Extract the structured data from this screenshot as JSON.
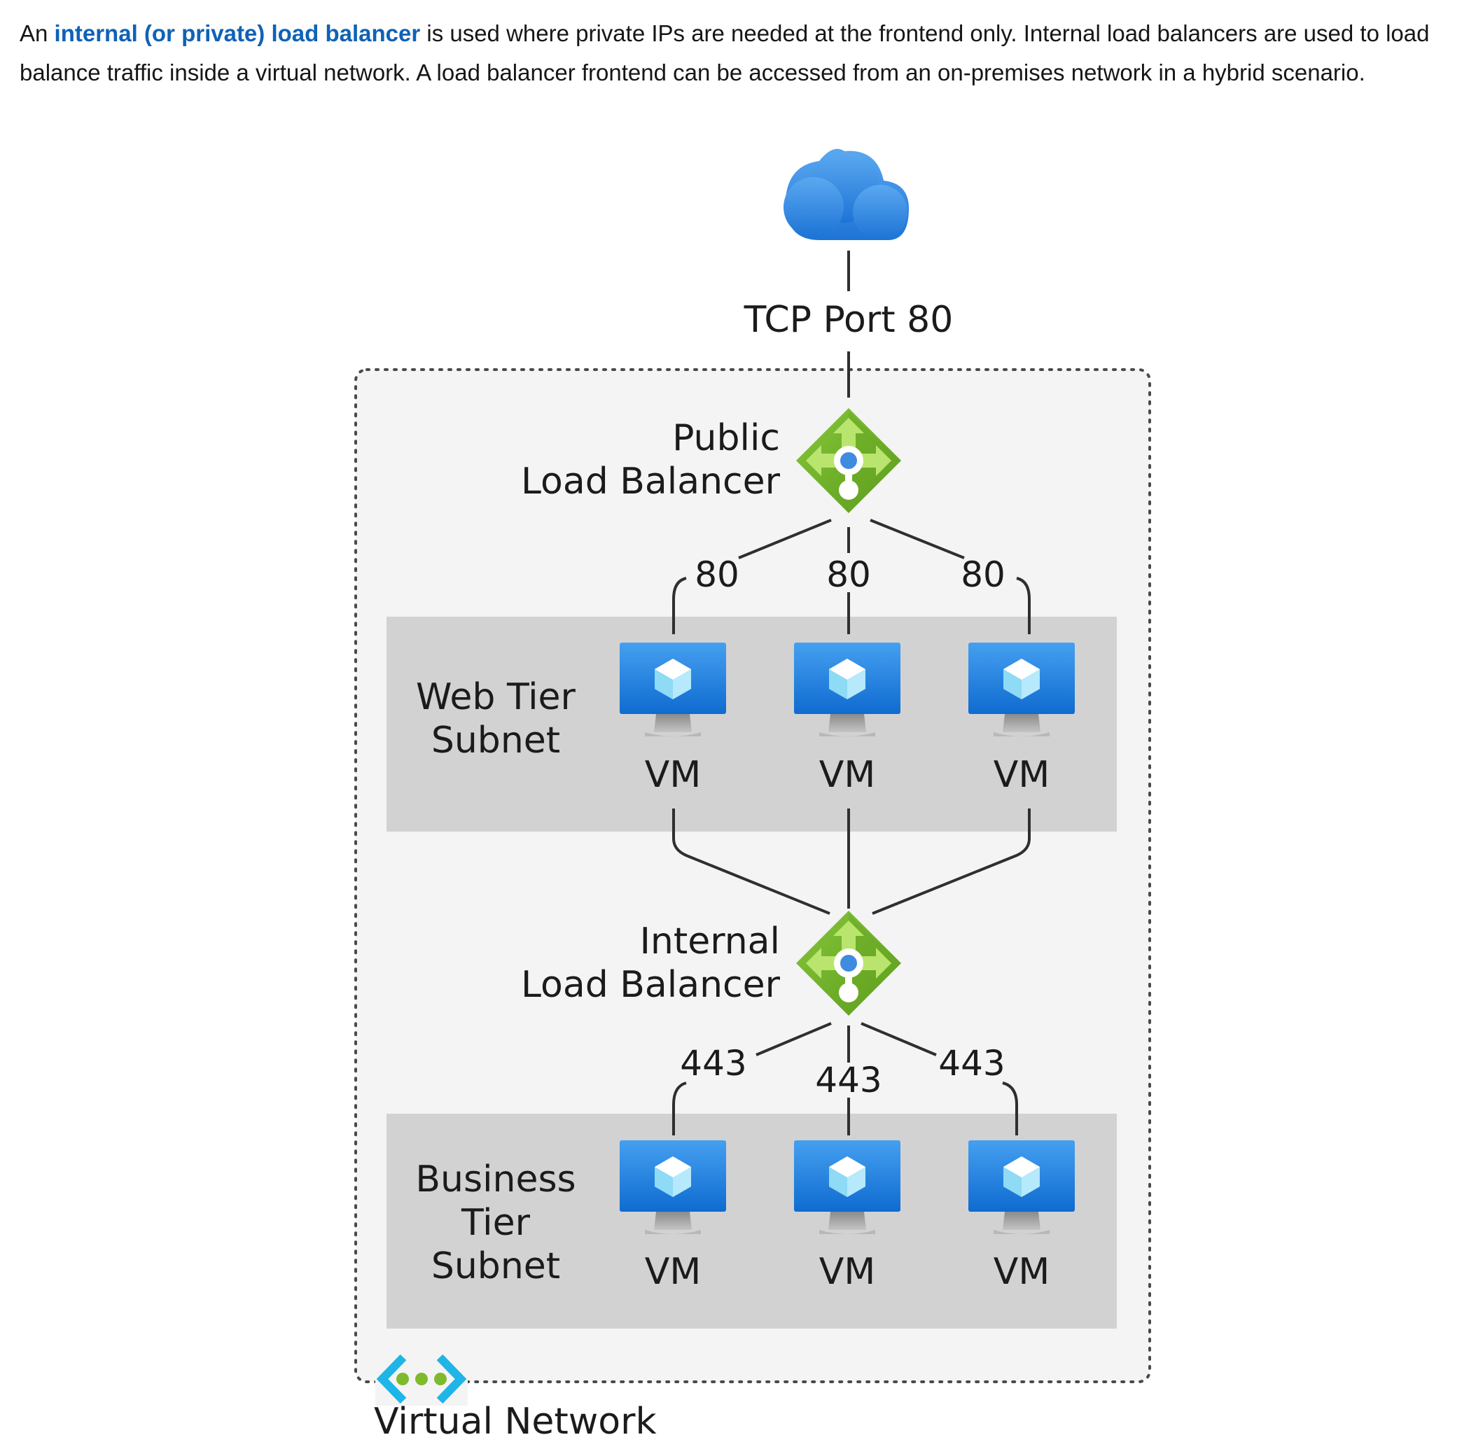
{
  "intro": {
    "prefix": "An ",
    "link": "internal (or private) load balancer",
    "suffix": " is used where private IPs are needed at the frontend only. Internal load balancers are used to load balance traffic inside a virtual network. A load balancer frontend can be accessed from an on-premises network in a hybrid scenario."
  },
  "diagram": {
    "internet_port": "TCP Port 80",
    "public_lb": [
      "Public",
      "Load Balancer"
    ],
    "internal_lb": [
      "Internal",
      "Load Balancer"
    ],
    "web_subnet": [
      "Web Tier",
      "Subnet"
    ],
    "business_subnet": [
      "Business",
      "Tier",
      "Subnet"
    ],
    "web_ports": [
      "80",
      "80",
      "80"
    ],
    "business_ports": [
      "443",
      "443",
      "443"
    ],
    "web_vms": [
      "VM",
      "VM",
      "VM"
    ],
    "business_vms": [
      "VM",
      "VM",
      "VM"
    ],
    "vnet_label": "Virtual Network"
  },
  "colors": {
    "link": "#0f62b6",
    "cloud": "#3d8fe3",
    "load_balancer": "#74b528",
    "vm_screen": "#1f7fe0",
    "subnet_bg": "#d2d2d2",
    "vnet_bg": "#f4f4f4",
    "vnet_icon": "#1fb5e6"
  },
  "icons": [
    "cloud-icon",
    "load-balancer-icon",
    "vm-icon",
    "virtual-network-icon"
  ]
}
